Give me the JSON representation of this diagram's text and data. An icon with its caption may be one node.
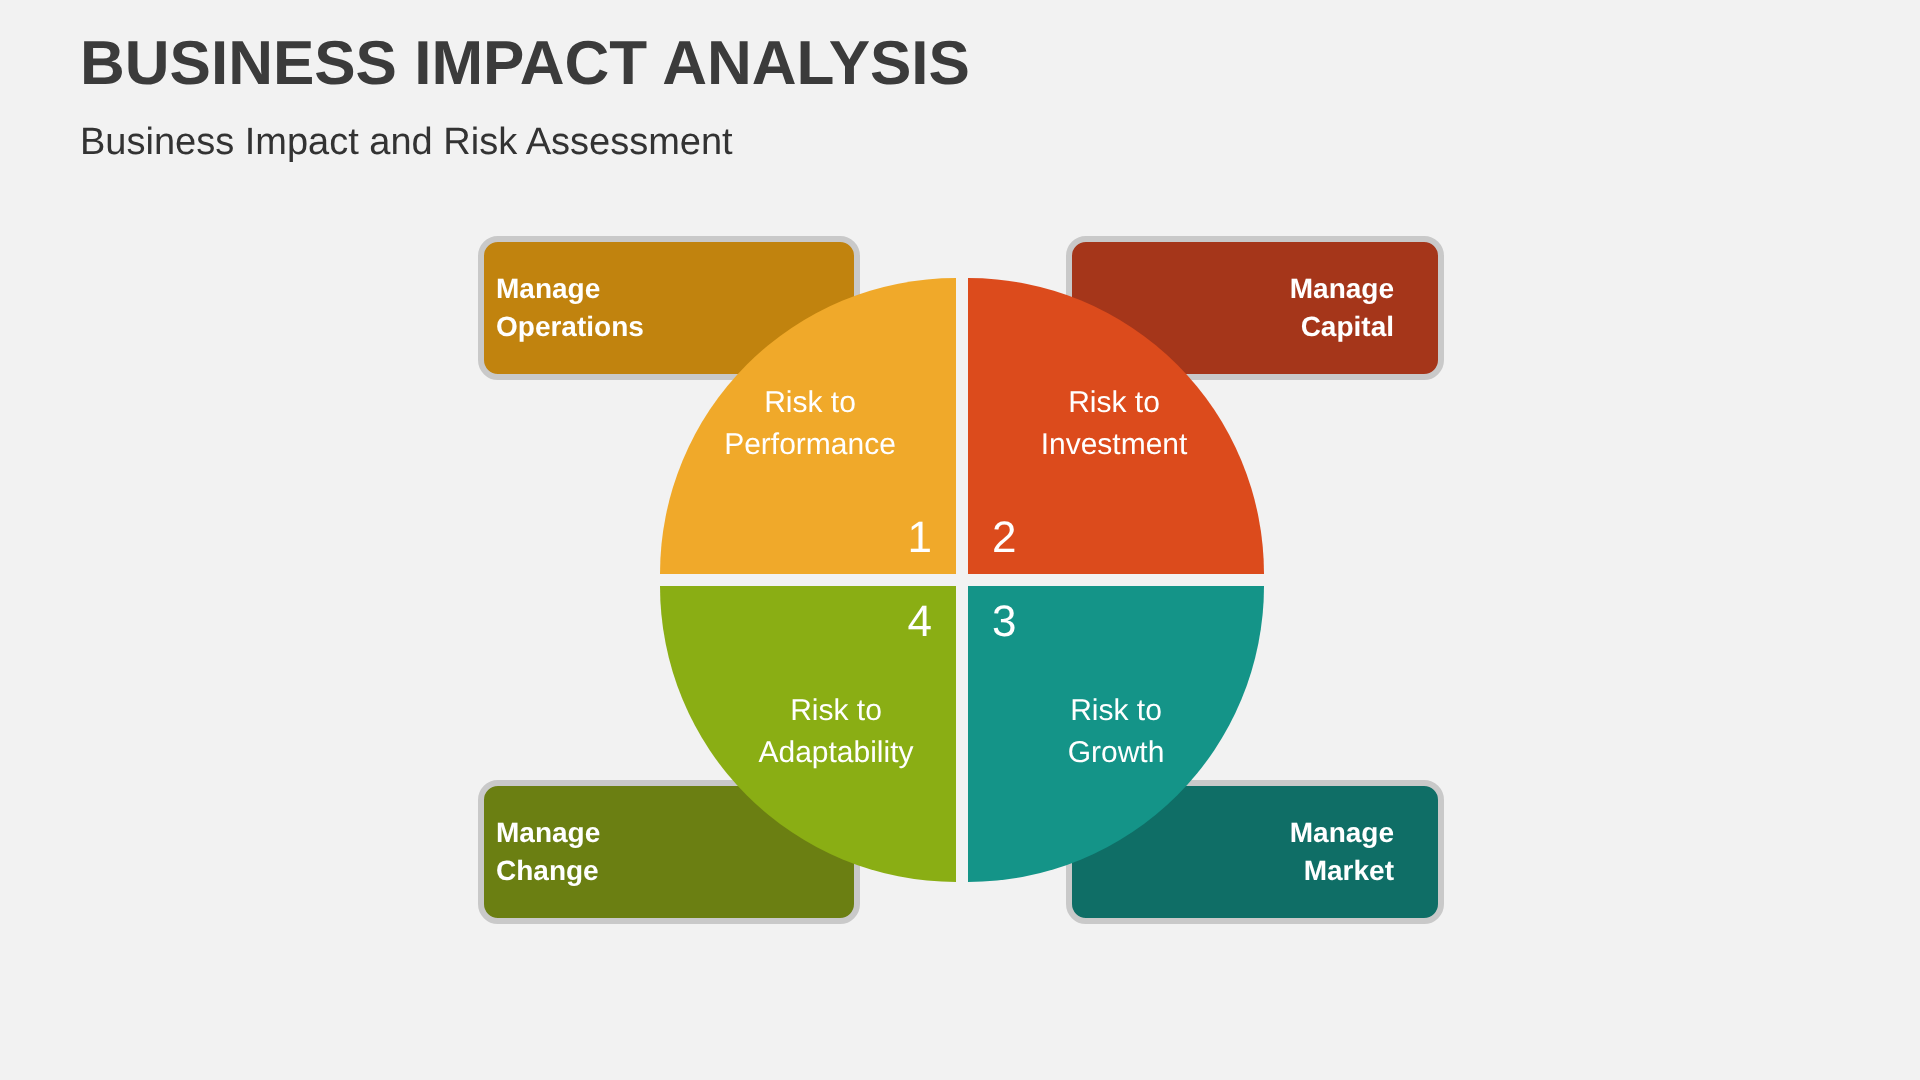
{
  "diagram": {
    "title": "BUSINESS IMPACT ANALYSIS",
    "nodes": [
      {
        "text": [
          "Manage Operations"
        ]
      },
      {
        "text": [
          "Manage Capital"
        ]
      },
      {
        "text": [
          "Risk to Performance",
          "1"
        ]
      },
      {
        "text": [
          "Risk to Investment",
          "2"
        ]
      },
      {
        "text": [
          "4",
          "Risk to Adaptability"
        ]
      },
      {
        "text": [
          "3",
          "Risk to Growth"
        ]
      },
      {
        "text": [
          "Manage Change"
        ]
      },
      {
        "text": [
          "Manage Market"
        ]
      }
    ],
    "labels": [
      "Business Impact and Risk Assessment"
    ]
  }
}
